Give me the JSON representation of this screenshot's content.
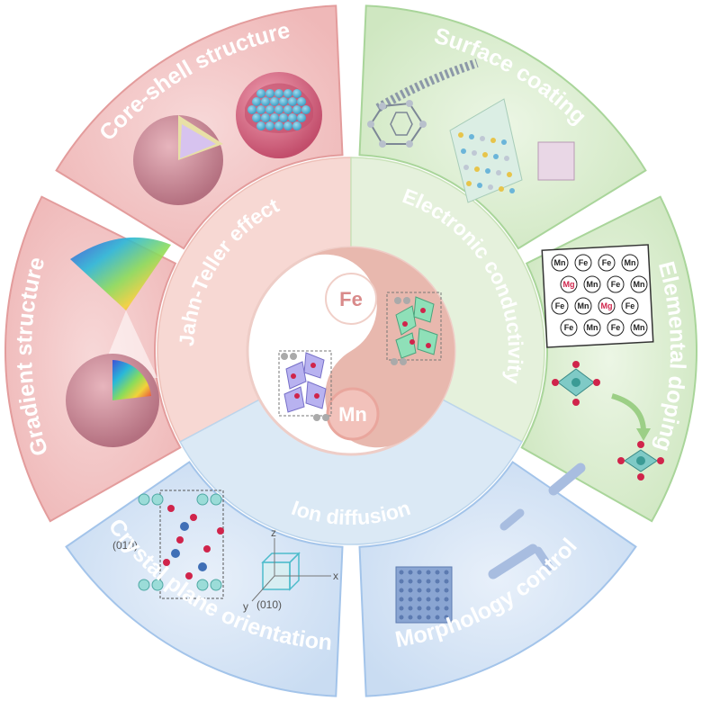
{
  "diagram": {
    "outer_segments": [
      {
        "id": "core-shell",
        "label": "Core-shell structure",
        "color": "#f3c7c7",
        "stroke": "#e39c9c"
      },
      {
        "id": "surface-coating",
        "label": "Surface coating",
        "color": "#dcefd2",
        "stroke": "#a9d59a"
      },
      {
        "id": "elemental-doping",
        "label": "Elemental doping",
        "color": "#dcefd2",
        "stroke": "#a9d59a"
      },
      {
        "id": "morphology-control",
        "label": "Morphology control",
        "color": "#d7e6f7",
        "stroke": "#a3c4ea"
      },
      {
        "id": "crystal-plane",
        "label": "Crystal plane orientation",
        "color": "#d7e6f7",
        "stroke": "#a3c4ea"
      },
      {
        "id": "gradient-structure",
        "label": "Gradient structure",
        "color": "#f3c7c7",
        "stroke": "#e39c9c"
      }
    ],
    "middle_segments": [
      {
        "id": "jahn-teller",
        "label": "Jahn-Teller effect",
        "color": "#f7d8d3"
      },
      {
        "id": "electronic-conductivity",
        "label": "Electronic conductivity",
        "color": "#e5f1dc"
      },
      {
        "id": "ion-diffusion",
        "label": "Ion diffusion",
        "color": "#dbe9f5"
      }
    ],
    "center": {
      "top_element": "Fe",
      "bottom_element": "Mn",
      "light_color": "#ffffff",
      "dark_color": "#e8b8ae"
    },
    "doping_atoms": [
      "Mn",
      "Fe",
      "Fe",
      "Mn",
      "Mg",
      "Mn",
      "Fe",
      "Mn",
      "Fe",
      "Mn",
      "Mg",
      "Fe",
      "Fe",
      "Mn",
      "Fe",
      "Mn"
    ],
    "crystal_labels": {
      "plane_top": "(010)",
      "plane_bottom": "(010)",
      "axis_x": "x",
      "axis_y": "y",
      "axis_z": "z"
    }
  }
}
